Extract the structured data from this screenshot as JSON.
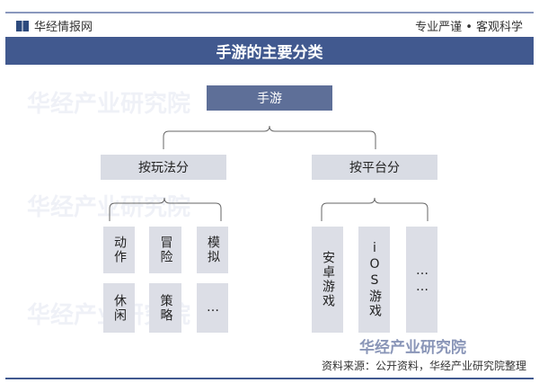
{
  "header": {
    "brand": "华经情报网",
    "slogan": "专业严谨 • 客观科学"
  },
  "title": "手游的主要分类",
  "root": "手游",
  "branches": [
    {
      "label": "按玩法分",
      "leaves": [
        "动作",
        "冒险",
        "模拟",
        "休闲",
        "策略",
        "…"
      ]
    },
    {
      "label": "按平台分",
      "leaves": [
        "安卓游戏",
        "iOS游戏",
        "……"
      ]
    }
  ],
  "watermark": "华经产业研究院",
  "footer": "资料来源：公开资料，华经产业研究院整理"
}
